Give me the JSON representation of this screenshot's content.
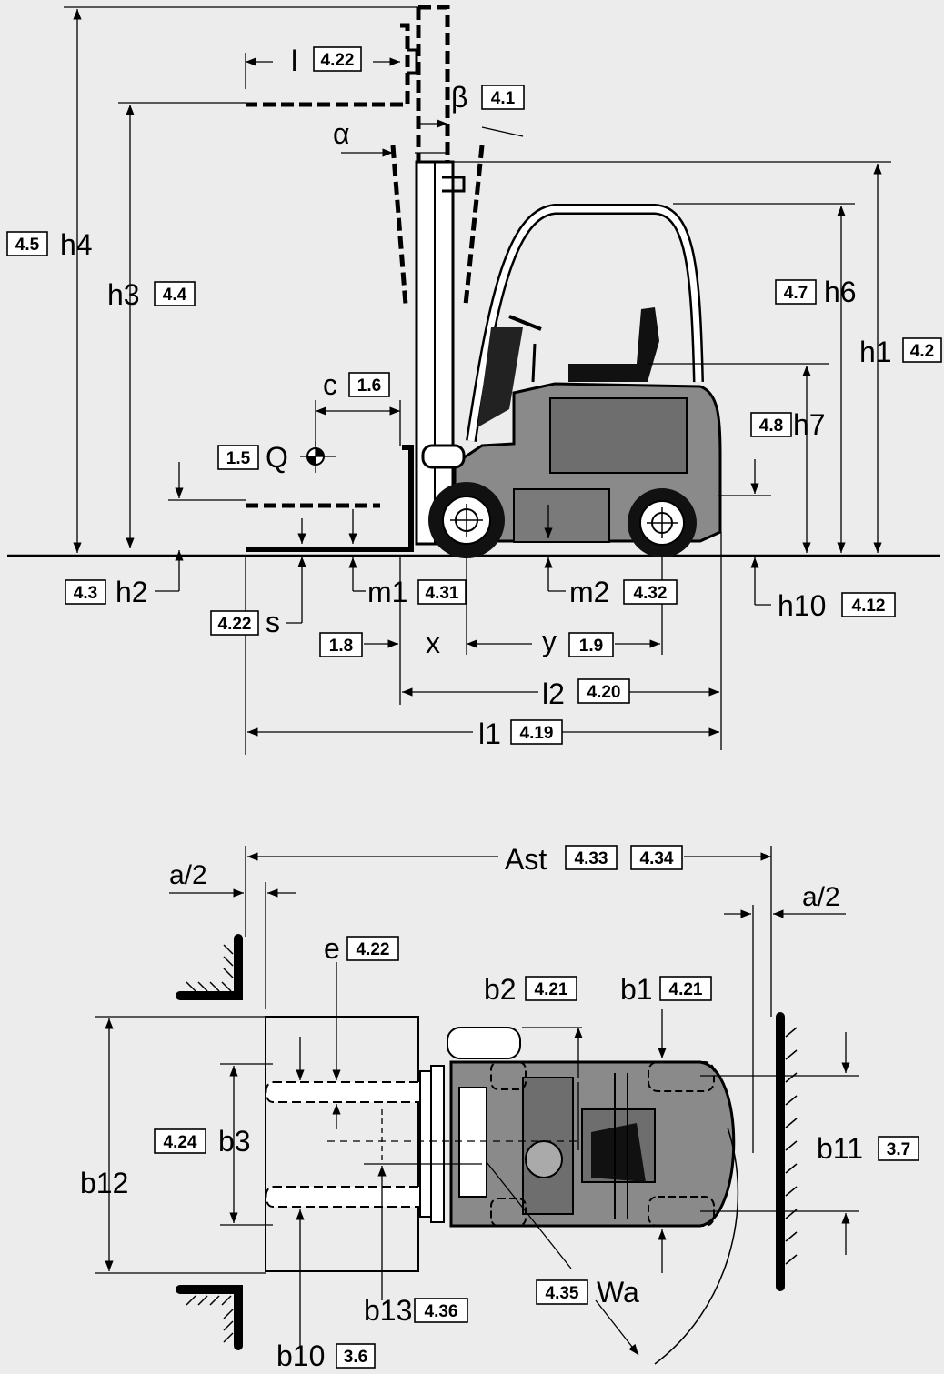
{
  "side_view": {
    "labels": {
      "h4": "h4",
      "h4_ref": "4.5",
      "h3": "h3",
      "h3_ref": "4.4",
      "l": "l",
      "l_ref": "4.22",
      "beta": "β",
      "beta_ref": "4.1",
      "alpha": "α",
      "h1": "h1",
      "h1_ref": "4.2",
      "h6": "h6",
      "h6_ref": "4.7",
      "h7": "h7",
      "h7_ref": "4.8",
      "c": "c",
      "c_ref": "1.6",
      "q": "Q",
      "q_ref": "1.5",
      "h2": "h2",
      "h2_ref": "4.3",
      "s": "s",
      "s_ref": "4.22",
      "m1": "m1",
      "m1_ref": "4.31",
      "m2": "m2",
      "m2_ref": "4.32",
      "h10": "h10",
      "h10_ref": "4.12",
      "x": "x",
      "x_ref": "1.8",
      "y": "y",
      "y_ref": "1.9",
      "l2": "l2",
      "l2_ref": "4.20",
      "l1": "l1",
      "l1_ref": "4.19"
    }
  },
  "top_view": {
    "labels": {
      "ast": "Ast",
      "ast_ref1": "4.33",
      "ast_ref2": "4.34",
      "a2_left": "a/2",
      "a2_right": "a/2",
      "e": "e",
      "e_ref": "4.22",
      "b2": "b2",
      "b2_ref": "4.21",
      "b1": "b1",
      "b1_ref": "4.21",
      "b3": "b3",
      "b3_ref": "4.24",
      "b12": "b12",
      "b11": "b11",
      "b11_ref": "3.7",
      "b13": "b13",
      "b13_ref": "4.36",
      "wa": "Wa",
      "wa_ref": "4.35",
      "b10": "b10",
      "b10_ref": "3.6"
    }
  }
}
